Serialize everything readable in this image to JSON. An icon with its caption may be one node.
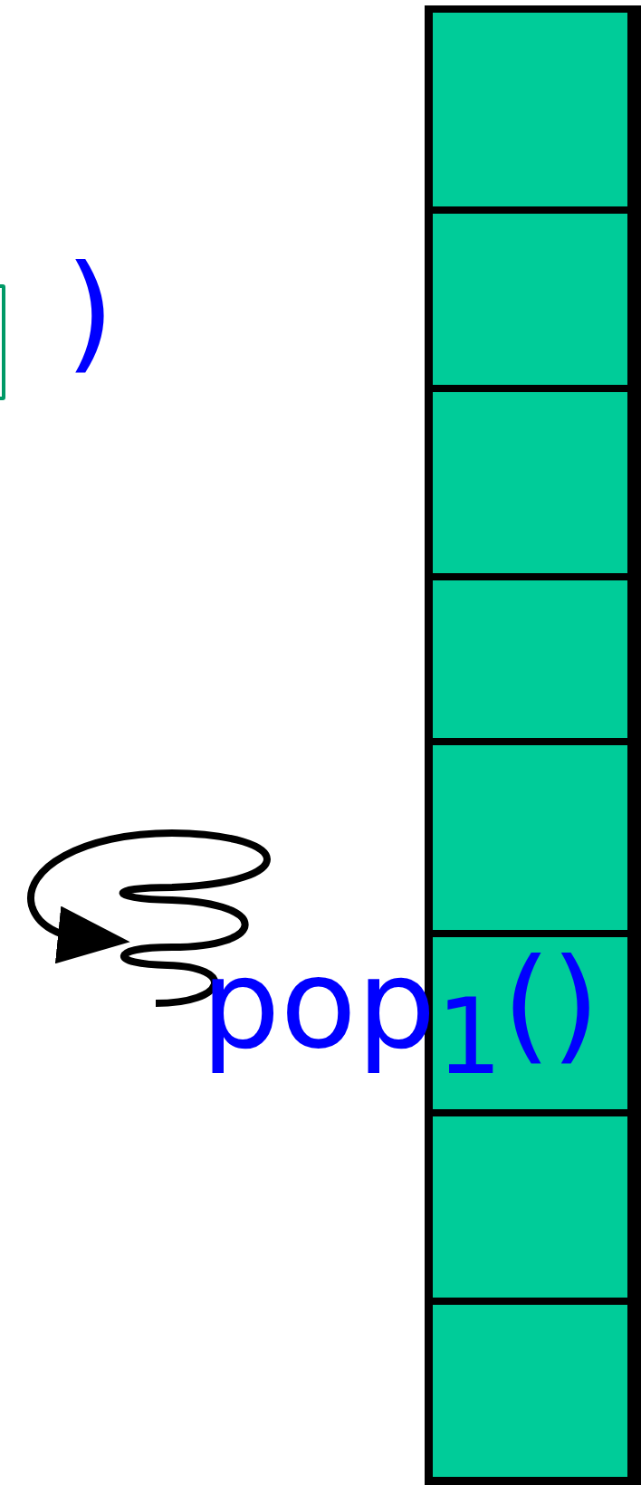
{
  "diagram": {
    "nodes": [
      {
        "text": [],
        "shape": "box"
      },
      {
        "text": [],
        "shape": "box",
        "in": 0
      },
      {
        "text": [],
        "shape": "box",
        "in": 0
      },
      {
        "text": [],
        "shape": "box",
        "in": 0
      },
      {
        "text": [],
        "shape": "box",
        "in": 0
      },
      {
        "text": [],
        "shape": "box",
        "in": 0
      },
      {
        "text": [],
        "shape": "box",
        "in": 0
      },
      {
        "text": [],
        "shape": "box",
        "in": 0
      },
      {
        "text": [],
        "shape": "box",
        "in": 0
      },
      {
        "text": [],
        "shape": "box"
      }
    ],
    "labels": [
      ")",
      "pop$_{1}$()"
    ]
  }
}
